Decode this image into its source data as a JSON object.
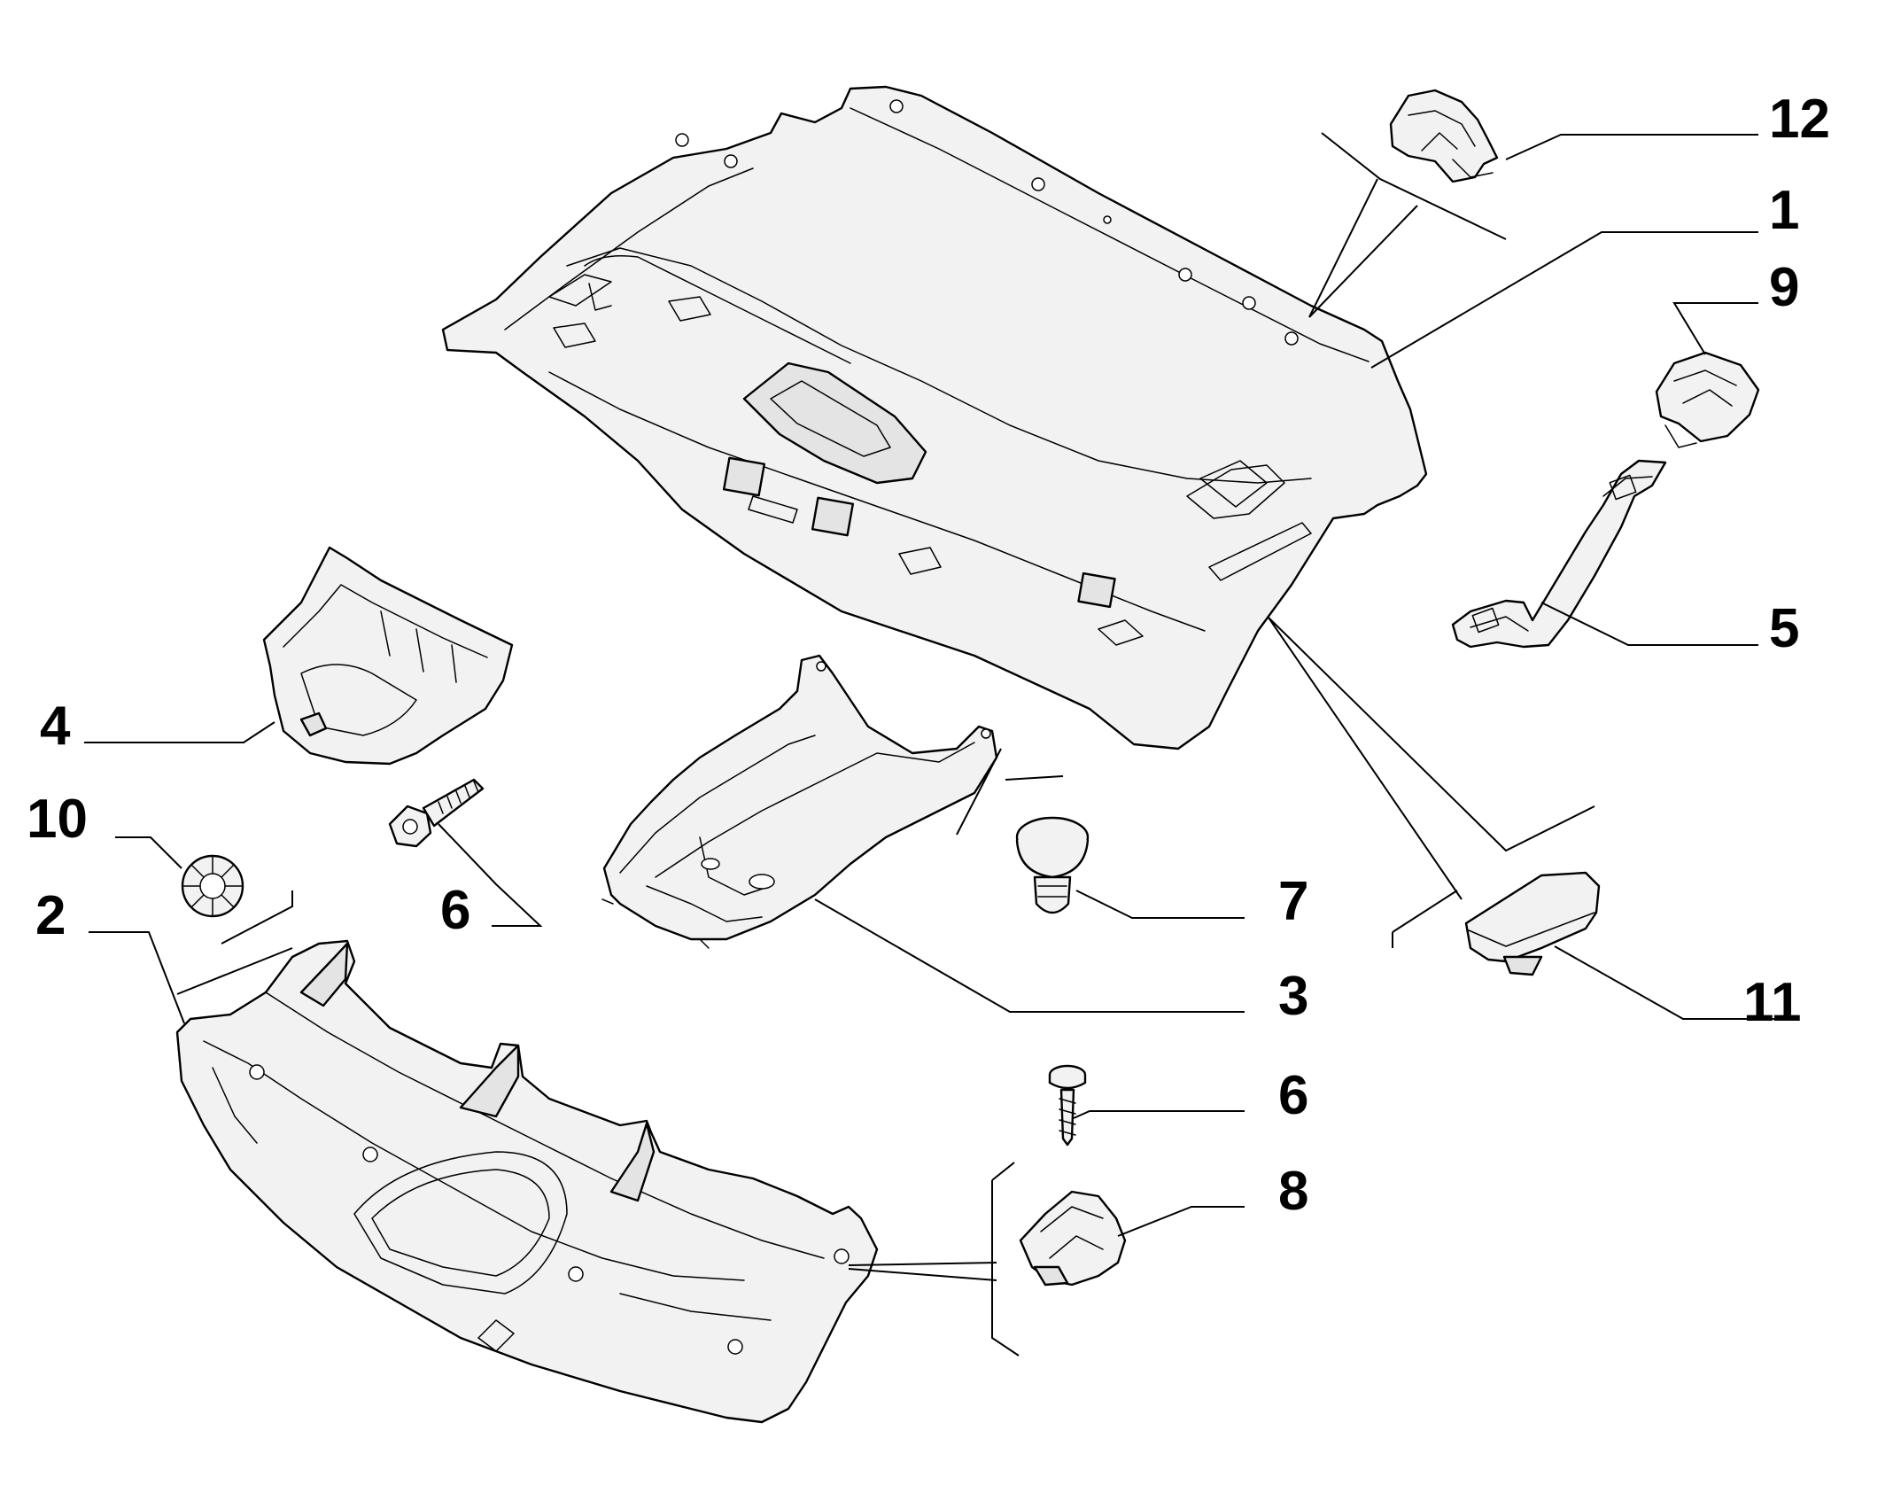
{
  "callouts": [
    {
      "id": "c12",
      "label": "12"
    },
    {
      "id": "c1",
      "label": "1"
    },
    {
      "id": "c9",
      "label": "9"
    },
    {
      "id": "c5",
      "label": "5"
    },
    {
      "id": "c4",
      "label": "4"
    },
    {
      "id": "c10",
      "label": "10"
    },
    {
      "id": "c6a",
      "label": "6"
    },
    {
      "id": "c7",
      "label": "7"
    },
    {
      "id": "c2",
      "label": "2"
    },
    {
      "id": "c3",
      "label": "3"
    },
    {
      "id": "c11",
      "label": "11"
    },
    {
      "id": "c6b",
      "label": "6"
    },
    {
      "id": "c8",
      "label": "8"
    }
  ]
}
